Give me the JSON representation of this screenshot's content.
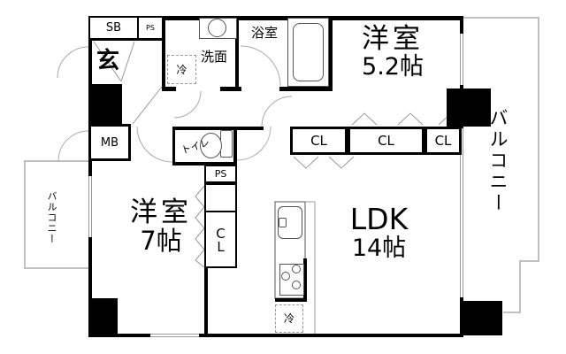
{
  "floorplan": {
    "entrance": {
      "label": "玄"
    },
    "storage": {
      "sb": "SB",
      "ps_top": "PS",
      "ps_middle": "PS",
      "mb": "MB",
      "closet_vertical": "CL",
      "cl_row": [
        "CL",
        "CL",
        "CL"
      ]
    },
    "washroom": {
      "label": "洗面",
      "fridge": "冷"
    },
    "bathroom": {
      "label": "浴室"
    },
    "toilet": {
      "label": "トイレ"
    },
    "rooms": {
      "western_5_2": {
        "name": "洋室",
        "size": "5.2帖"
      },
      "western_7": {
        "name": "洋室",
        "size": "7帖"
      },
      "ldk": {
        "name": "LDK",
        "size": "14帖"
      }
    },
    "kitchen": {
      "fridge": "冷"
    },
    "balcony_right": {
      "label": "バルコニー"
    },
    "balcony_left": {
      "label": "バルコニー"
    },
    "colors": {
      "wall": "#000000",
      "fixture_line": "#555555",
      "balcony_outline": "#c0c0c0",
      "door_arc": "#aaaaaa"
    }
  }
}
